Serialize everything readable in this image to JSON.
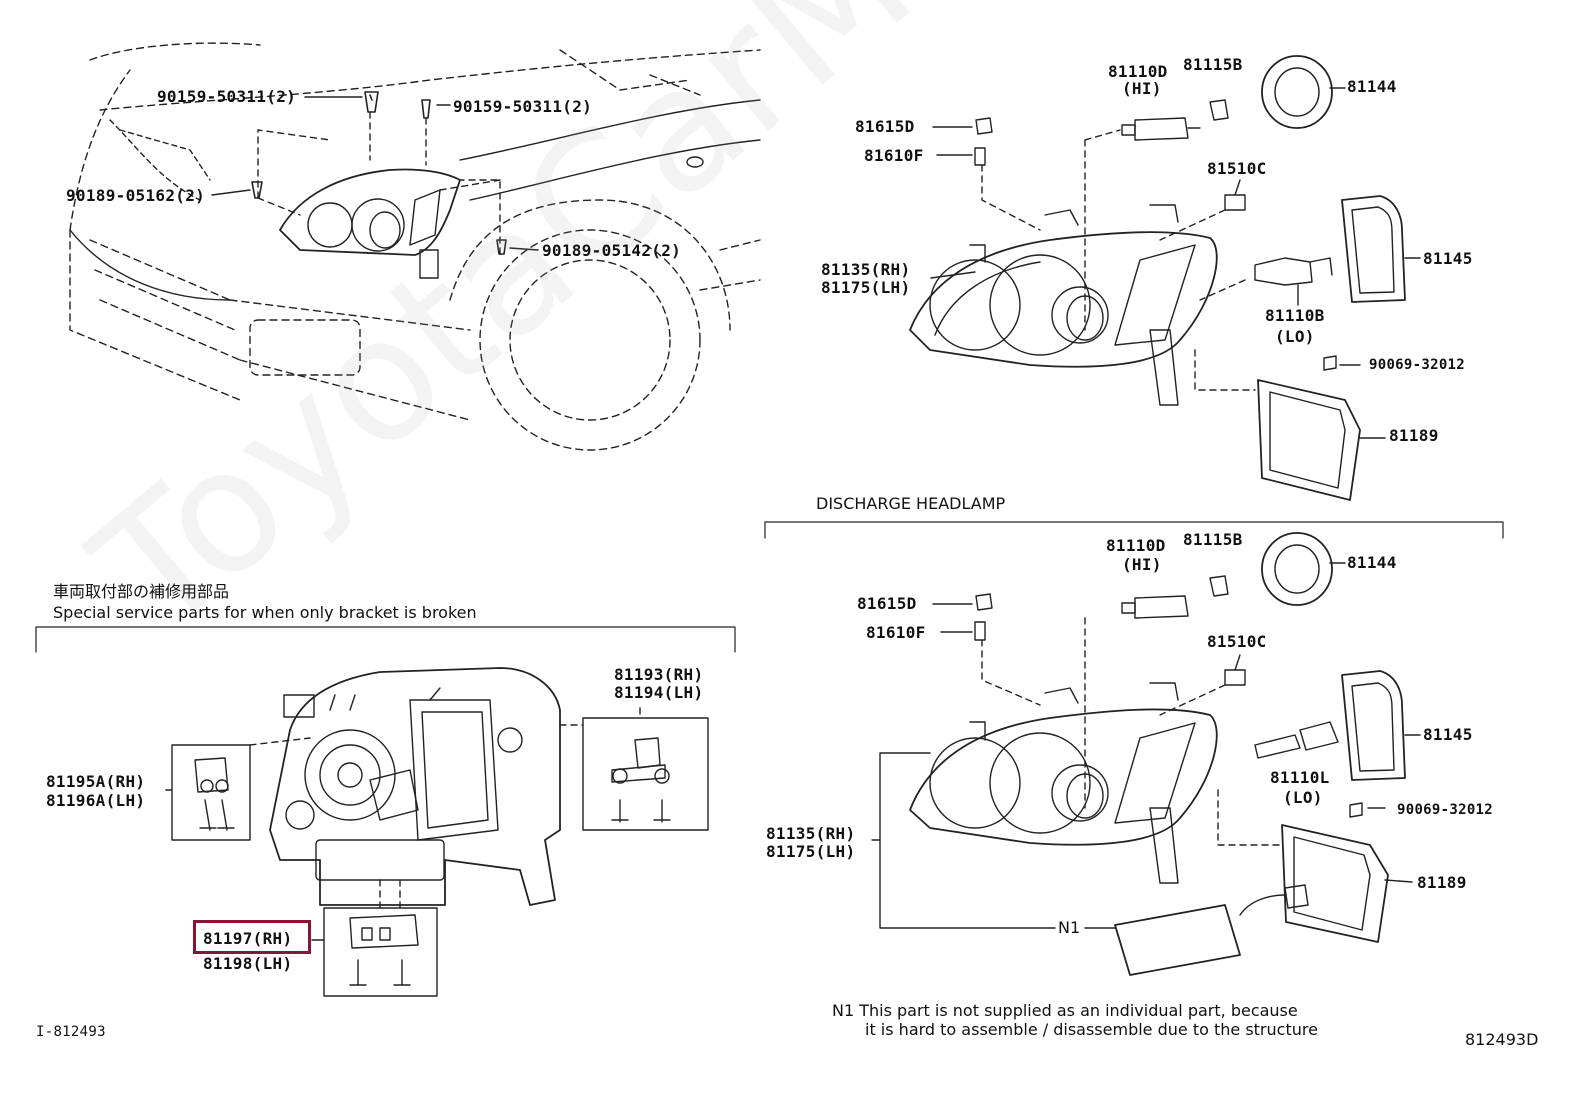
{
  "watermark": "ToyotaCarMiet.ru",
  "top_left": {
    "labels": [
      "90159-50311(2)",
      "90159-50311(2)",
      "90189-05162(2)",
      "90189-05142(2)"
    ]
  },
  "headlamp": {
    "labels": {
      "l81110d": "81110D",
      "hi": "(HI)",
      "l81115b": "81115B",
      "l81144": "81144",
      "l81615d": "81615D",
      "l81610f": "81610F",
      "l81510c": "81510C",
      "l81145": "81145",
      "l81135": "81135(RH)",
      "l81175": "81175(LH)",
      "l81110b": "81110B",
      "lo": "(LO)",
      "l90069": "90069-32012",
      "l81189": "81189"
    }
  },
  "discharge": {
    "title": "DISCHARGE HEADLAMP",
    "labels": {
      "l81110d": "81110D",
      "hi": "(HI)",
      "l81115b": "81115B",
      "l81144": "81144",
      "l81615d": "81615D",
      "l81610f": "81610F",
      "l81510c": "81510C",
      "l81145": "81145",
      "l81110l": "81110L",
      "lo": "(LO)",
      "l90069": "90069-32012",
      "l81135": "81135(RH)",
      "l81175": "81175(LH)",
      "l81189": "81189",
      "n1": "N1"
    },
    "footnote_line1": "N1 This part is not supplied as an individual part, because",
    "footnote_line2": "it is hard to assemble / disassemble due to the structure"
  },
  "bracket": {
    "title_jp": "車両取付部の補修用部品",
    "title_en": "Special service parts for when only bracket is broken",
    "labels": {
      "l81193": "81193(RH)",
      "l81194": "81194(LH)",
      "l81195a": "81195A(RH)",
      "l81196a": "81196A(LH)",
      "l81197": "81197(RH)",
      "l81198": "81198(LH)"
    },
    "highlight_color": "#8a1436"
  },
  "footer": {
    "left_code": "I-812493",
    "right_code": "812493D"
  }
}
